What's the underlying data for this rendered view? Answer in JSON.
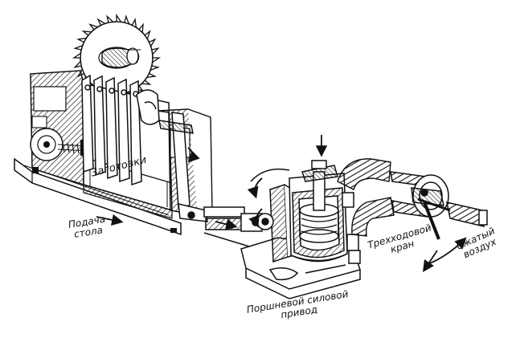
{
  "labels": {
    "blanks": "Заготовки",
    "table_feed_line1": "Подача",
    "table_feed_line2": "стола",
    "piston_drive_line1": "Поршневой силовой",
    "piston_drive_line2": "привод",
    "valve_line1": "Трехходовой",
    "valve_line2": "кран",
    "air_line1": "Сжатый",
    "air_line2": "воздух"
  },
  "icons": {
    "saw": "circular-saw-blade-icon",
    "arrow": "direction-arrow-icon"
  },
  "colors": {
    "ink": "#111111",
    "paper": "#ffffff"
  }
}
